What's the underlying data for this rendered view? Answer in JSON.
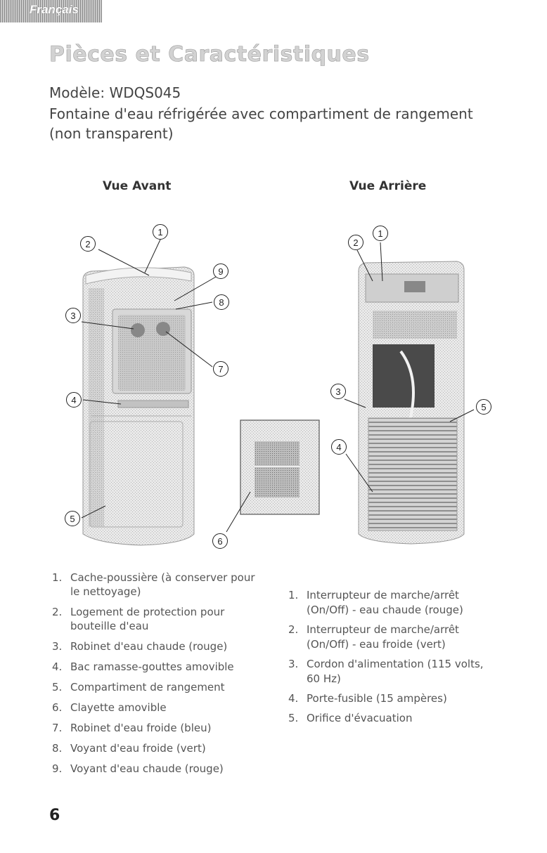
{
  "header": {
    "language_tab": "Français"
  },
  "page": {
    "title": "Pièces et Caractéristiques",
    "model": "Modèle: WDQS045",
    "description": "Fontaine d'eau réfrigérée avec compartiment de rangement (non transparent)",
    "page_number": "6"
  },
  "front_view": {
    "title": "Vue Avant",
    "callouts": [
      "1",
      "2",
      "3",
      "4",
      "5",
      "6",
      "7",
      "8",
      "9"
    ],
    "items": [
      {
        "num": "1.",
        "text": "Cache-poussière (à conserver pour le nettoyage)"
      },
      {
        "num": "2.",
        "text": "Logement de protection pour bouteille d'eau"
      },
      {
        "num": "3.",
        "text": "Robinet d'eau chaude (rouge)"
      },
      {
        "num": "4.",
        "text": "Bac ramasse-gouttes amovible"
      },
      {
        "num": "5.",
        "text": "Compartiment de rangement"
      },
      {
        "num": "6.",
        "text": "Clayette amovible"
      },
      {
        "num": "7.",
        "text": "Robinet d'eau froide (bleu)"
      },
      {
        "num": "8.",
        "text": "Voyant d'eau froide (vert)"
      },
      {
        "num": "9.",
        "text": "Voyant d'eau chaude (rouge)"
      }
    ]
  },
  "rear_view": {
    "title": "Vue Arrière",
    "callouts": [
      "1",
      "2",
      "3",
      "4",
      "5"
    ],
    "items": [
      {
        "num": "1.",
        "text": "Interrupteur de marche/arrêt (On/Off) - eau chaude (rouge)"
      },
      {
        "num": "2.",
        "text": "Interrupteur de marche/arrêt (On/Off) - eau froide (vert)"
      },
      {
        "num": "3.",
        "text": "Cordon d'alimentation (115 volts, 60 Hz)"
      },
      {
        "num": "4.",
        "text": "Porte-fusible (15 ampères)"
      },
      {
        "num": "5.",
        "text": "Orifice d'évacuation"
      }
    ]
  }
}
